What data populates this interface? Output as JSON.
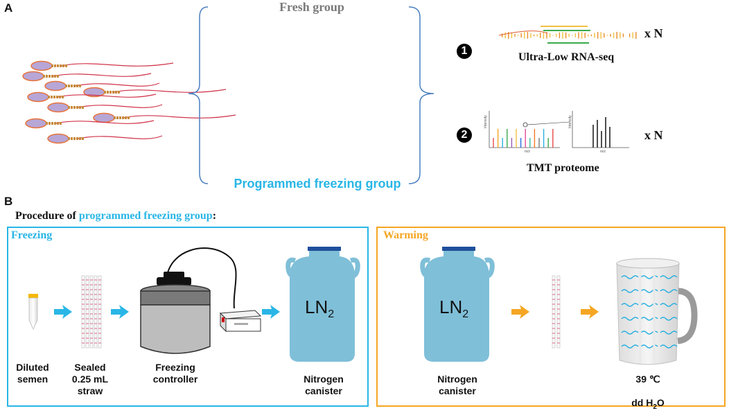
{
  "panel_a": {
    "letter": "A",
    "fresh_label": "Fresh group",
    "programmed_label": "Programmed freezing group",
    "method1": {
      "number": "1",
      "name": "Ultra-Low RNA-seq",
      "multiplier": "x N"
    },
    "method2": {
      "number": "2",
      "name": "TMT proteome",
      "multiplier": "x N",
      "ylabel": "Intensity",
      "xlabel": "m/z"
    }
  },
  "panel_b": {
    "letter": "B",
    "procedure_prefix": "Procedure of ",
    "procedure_highlight": "programmed freezing group",
    "procedure_suffix": ":",
    "freezing_title": "Freezing",
    "warming_title": "Warming",
    "steps_freezing": [
      {
        "label": "Diluted\nsemen"
      },
      {
        "label": "Sealed\n0.25 mL\nstraw"
      },
      {
        "label": "Freezing\ncontroller"
      },
      {
        "label": "Nitrogen\ncanister"
      }
    ],
    "steps_warming": [
      {
        "label": "Nitrogen\ncanister"
      },
      {
        "label": "39 ℃"
      }
    ],
    "ln2_text": "LN",
    "ln2_sub": "2",
    "water_text": "dd H",
    "water_sub": "2",
    "water_suffix": "O"
  },
  "colors": {
    "cyan": "#29b6e6",
    "orange": "#f5a623",
    "gray_text": "#7a7a7a",
    "canister_blue": "#7fbfd8",
    "cap_blue": "#1f4e9c",
    "bracket_blue": "#4a7fc0"
  }
}
